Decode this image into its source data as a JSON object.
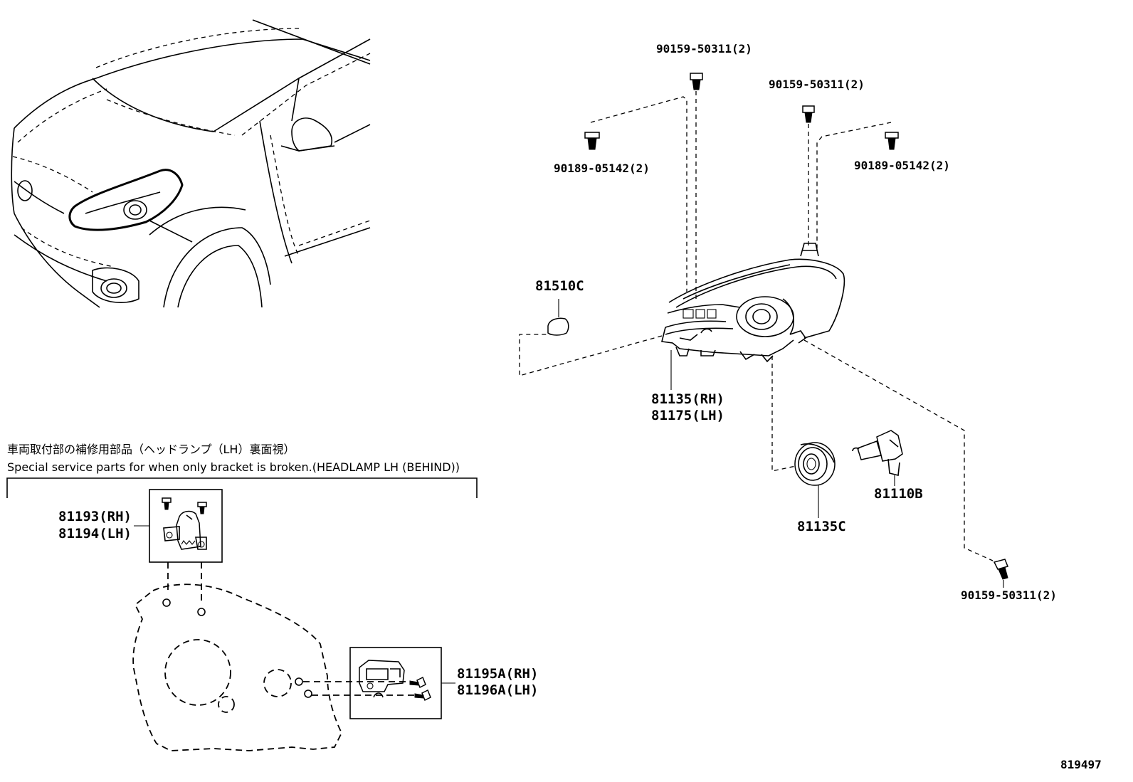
{
  "labels": {
    "bolt_top_center": "90159-50311(2)",
    "bolt_top_right": "90159-50311(2)",
    "clip_left": "90189-05142(2)",
    "clip_right": "90189-05142(2)",
    "bolt_bottom_right": "90159-50311(2)",
    "cap": "81510C",
    "headlamp_rh": "81135(RH)",
    "headlamp_lh": "81175(LH)",
    "cover": "81135C",
    "bulb": "81110B",
    "bracket_upper_rh": "81193(RH)",
    "bracket_upper_lh": "81194(LH)",
    "bracket_lower_rh": "81195A(RH)",
    "bracket_lower_lh": "81196A(LH)"
  },
  "note": {
    "japanese": "車両取付部の補修用部品（ヘッドランプ（LH）裏面視）",
    "english": "Special service parts for when only bracket is broken.(HEADLAMP LH (BEHIND))"
  },
  "diagram_id": "819497"
}
